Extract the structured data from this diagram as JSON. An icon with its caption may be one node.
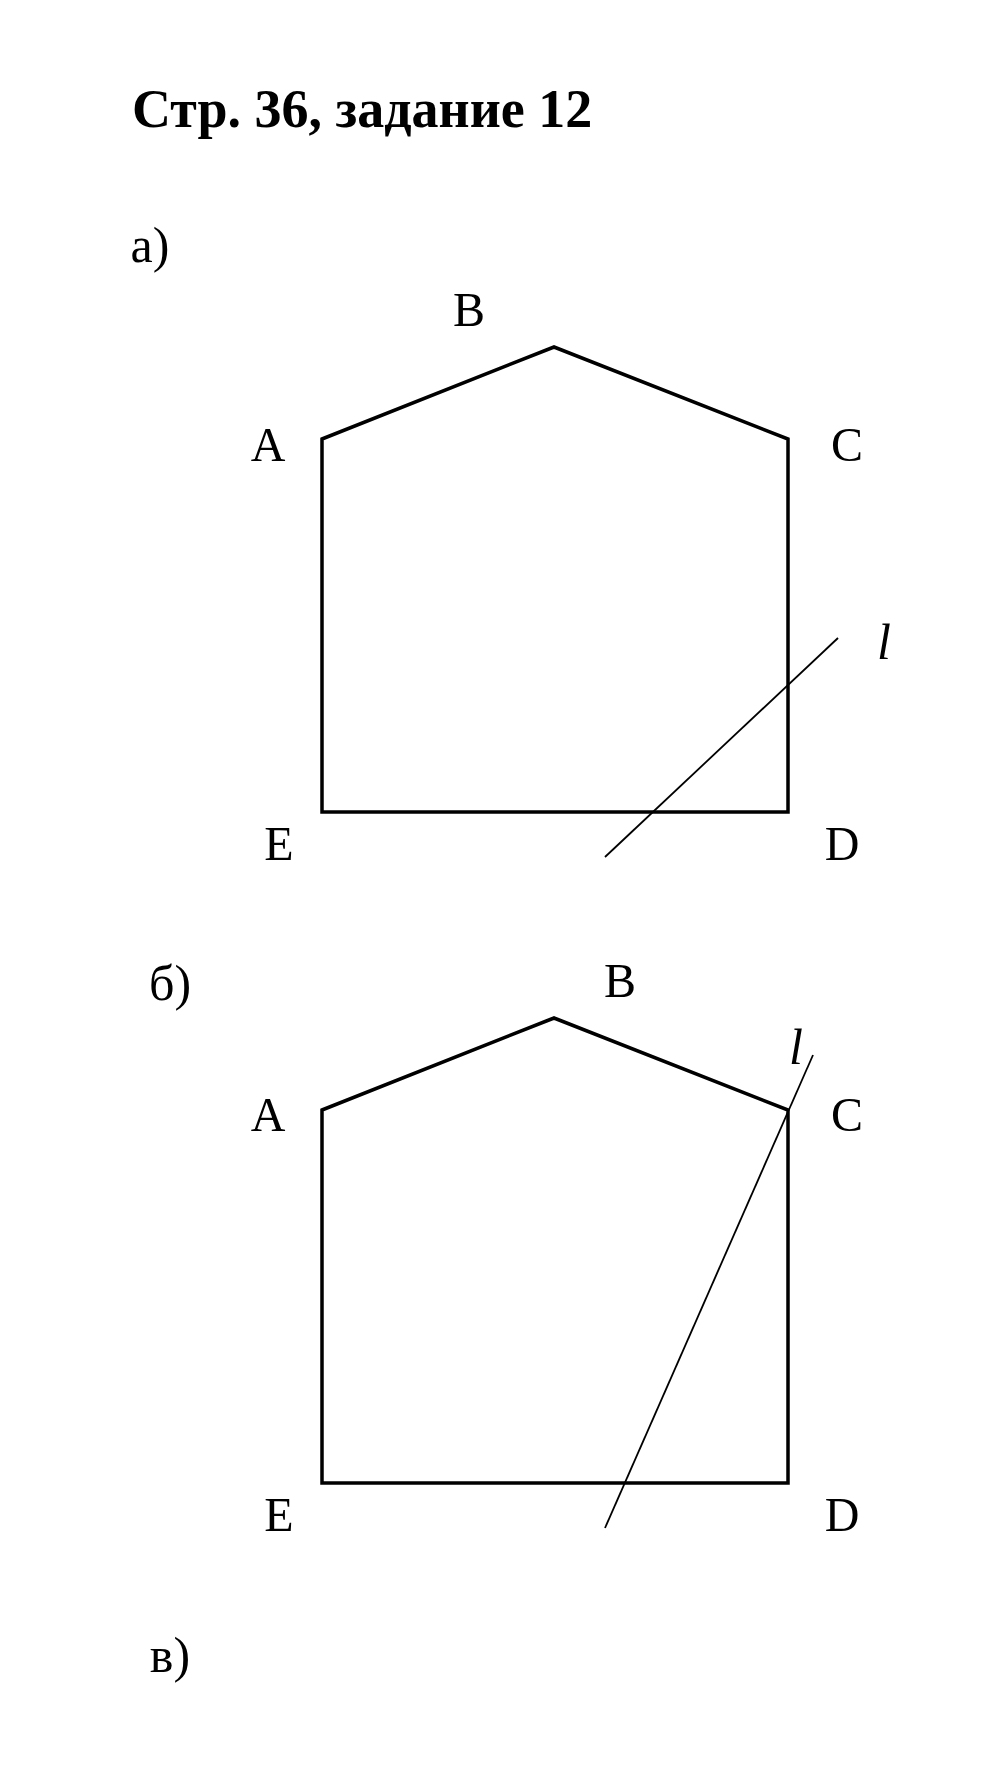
{
  "diagram": {
    "title": "Стр. 36, задание 12",
    "labels": [
      "а)",
      "B",
      "A",
      "C",
      "E",
      "D",
      "l",
      "б)",
      "B",
      "l",
      "A",
      "C",
      "E",
      "D",
      "в)"
    ]
  }
}
